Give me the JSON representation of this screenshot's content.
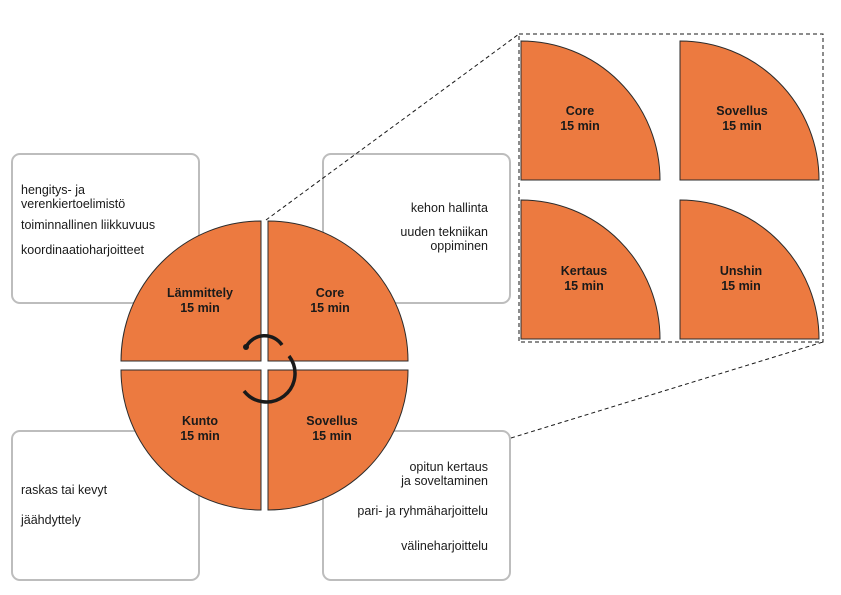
{
  "colors": {
    "quarter_fill": "#ec7a40",
    "outline": "#2b2b2b",
    "box_border": "#bdbdbd",
    "icon": "#1a1a1a"
  },
  "circle": {
    "top_left": {
      "name": "Lämmittely",
      "duration": "15 min"
    },
    "top_right": {
      "name": "Core",
      "duration": "15 min"
    },
    "bottom_left": {
      "name": "Kunto",
      "duration": "15 min"
    },
    "bottom_right": {
      "name": "Sovellus",
      "duration": "15 min"
    }
  },
  "boxes": {
    "top_left": [
      "hengitys- ja\nverenkiertoelimistö",
      "toiminnallinen liikkuvuus",
      "koordinaatioharjoitteet"
    ],
    "top_right": [
      "kehon hallinta",
      "uuden tekniikan\noppiminen"
    ],
    "bottom_left": [
      "raskas tai kevyt",
      "jäähdyttely"
    ],
    "bottom_right": [
      "opitun kertaus\nja soveltaminen",
      "pari- ja ryhmäharjoittelu",
      "välineharjoittelu"
    ]
  },
  "zoom_panel": [
    {
      "name": "Core",
      "duration": "15 min"
    },
    {
      "name": "Sovellus",
      "duration": "15 min"
    },
    {
      "name": "Kertaus",
      "duration": "15 min"
    },
    {
      "name": "Unshin",
      "duration": "15 min"
    }
  ],
  "icons": {
    "center": "cycle-arrows-icon"
  }
}
